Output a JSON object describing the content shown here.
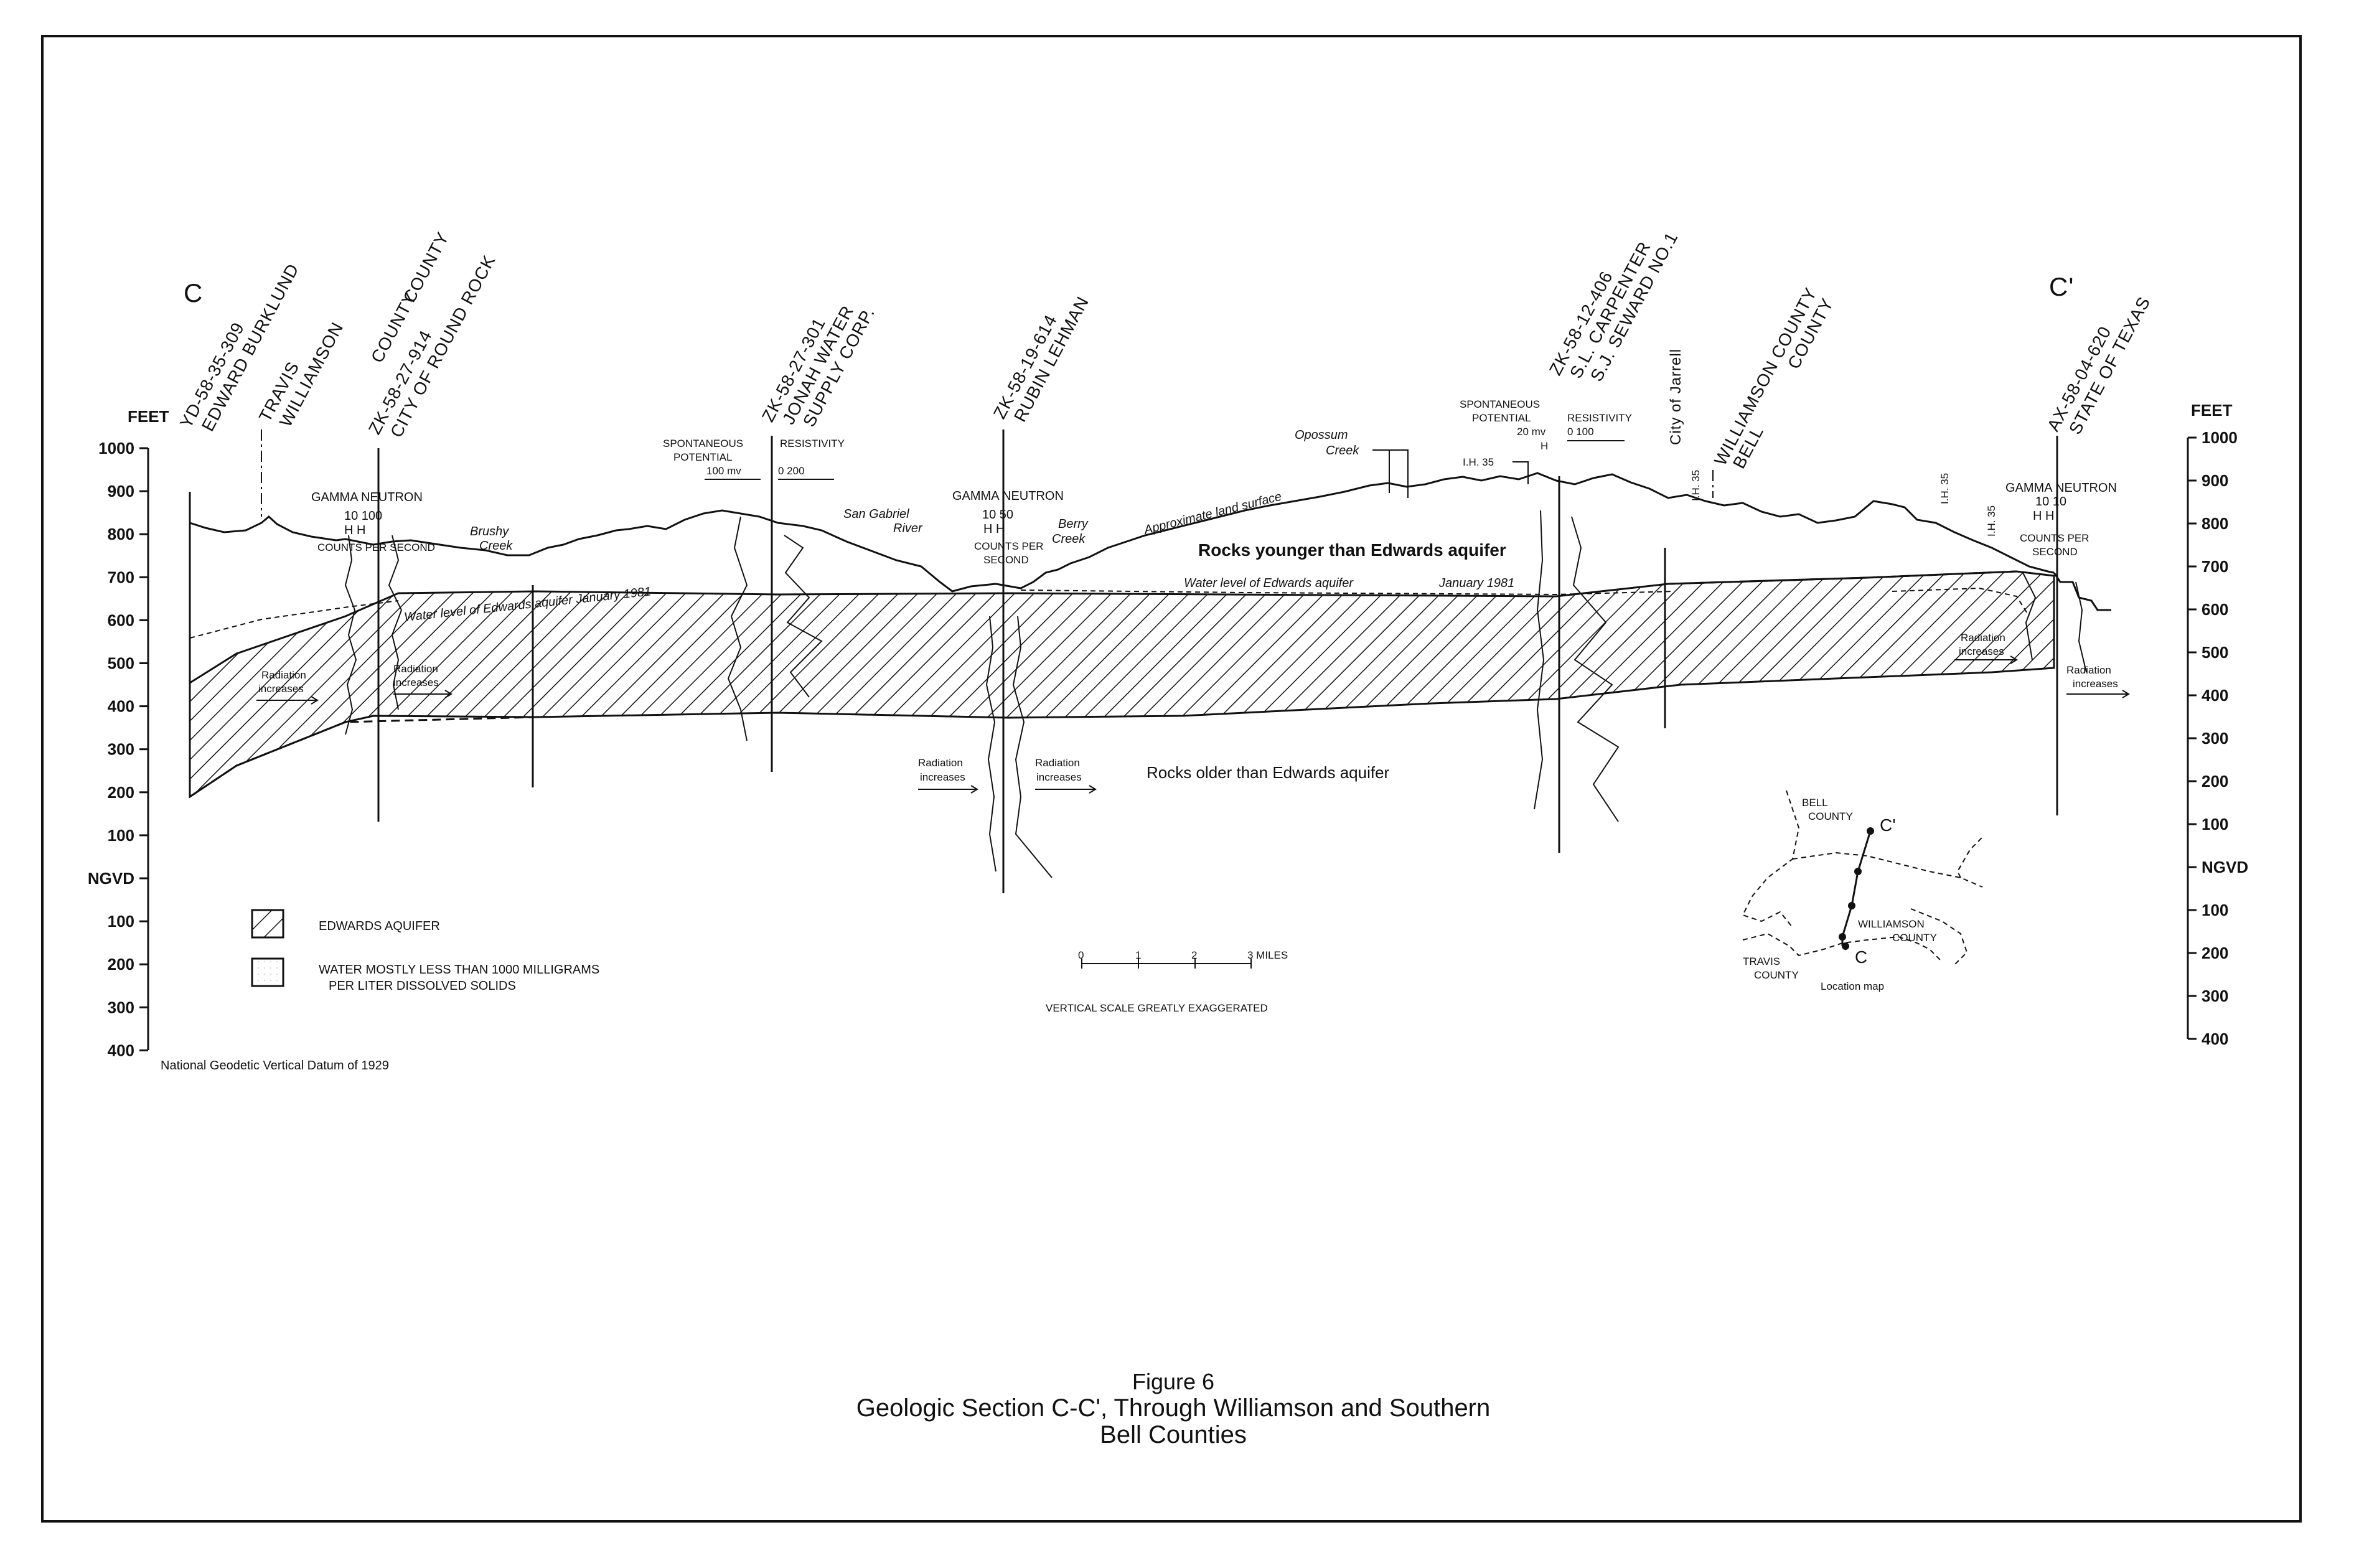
{
  "endpoints": {
    "left": "C",
    "right": "C'"
  },
  "axis": {
    "unit": "FEET",
    "ticks": [
      "1000",
      "900",
      "800",
      "700",
      "600",
      "500",
      "400",
      "300",
      "200",
      "100",
      "NGVD",
      "100",
      "200",
      "300",
      "400"
    ]
  },
  "datum_note": "National Geodetic Vertical Datum of 1929",
  "county_lines": {
    "left": {
      "top": "TRAVIS",
      "bottom": "WILLIAMSON",
      "suffix": "COUNTY"
    },
    "right": {
      "top": "WILLIAMSON COUNTY",
      "bottom": "BELL",
      "suffix": "COUNTY"
    }
  },
  "wells": [
    {
      "id": "YD-58-35-309",
      "owner": "EDWARD BURKLUND"
    },
    {
      "id": "ZK-58-27-914",
      "owner": "CITY OF ROUND ROCK"
    },
    {
      "id": "ZK-58-27-301",
      "owner": "JONAH WATER",
      "owner2": "SUPPLY CORP."
    },
    {
      "id": "ZK-58-19-614",
      "owner": "RUBIN LEHMAN"
    },
    {
      "id": "ZK-58-12-406",
      "owner": "S.L. CARPENTER",
      "owner2": "S.J. SEWARD NO.1"
    },
    {
      "id": "AX-58-04-620",
      "owner": "STATE OF TEXAS"
    }
  ],
  "log_labels": {
    "gamma_neutron": "GAMMA NEUTRON",
    "counts_per_second": "COUNTS PER SECOND",
    "counts_per": "COUNTS PER",
    "second": "SECOND",
    "spontaneous": "SPONTANEOUS",
    "potential": "POTENTIAL",
    "resistivity": "RESISTIVITY",
    "sp_scale_1": "100 mv",
    "res_scale_1": "0   200",
    "gn_scale_1": "10     100",
    "gn_scale_2": "10     50",
    "sp_scale_2": "20 mv",
    "res_scale_2": "0     100",
    "gn_scale_3": "10 10",
    "radiation": "Radiation",
    "increases": "increases"
  },
  "features": {
    "brushy": "Brushy",
    "brushy_creek": "Creek",
    "san_gabriel": "San Gabriel",
    "river": "River",
    "berry": "Berry",
    "berry_creek": "Creek",
    "opossum": "Opossum",
    "opossum_creek": "Creek",
    "land_surface": "Approximate land surface",
    "ih35": "I.H. 35",
    "city_of_jarrell": "City of Jarrell"
  },
  "zones": {
    "younger": "Rocks younger than Edwards aquifer",
    "older": "Rocks older than Edwards aquifer",
    "water_level_left": "Water level of Edwards aquifer January 1981",
    "water_level_right_a": "Water level of Edwards aquifer",
    "water_level_right_b": "January 1981"
  },
  "legend": [
    {
      "label": "EDWARDS AQUIFER",
      "pattern": "hatch"
    },
    {
      "label": "WATER MOSTLY LESS THAN 1000 MILLIGRAMS",
      "label2": "PER LITER DISSOLVED SOLIDS",
      "pattern": "stipple"
    }
  ],
  "scale_bar": {
    "ticks": [
      "0",
      "1",
      "2",
      "3 MILES"
    ],
    "note": "VERTICAL SCALE GREATLY EXAGGERATED"
  },
  "location_map": {
    "bell": "BELL",
    "bell_county": "COUNTY",
    "williamson": "WILLIAMSON",
    "williamson_county": "COUNTY",
    "travis": "TRAVIS",
    "travis_county": "COUNTY",
    "c": "C",
    "c_prime": "C'",
    "caption": "Location map"
  },
  "caption": {
    "figure": "Figure 6",
    "title": "Geologic Section C-C', Through Williamson and Southern",
    "title2": "Bell Counties"
  },
  "colors": {
    "ink": "#111111",
    "paper": "#ffffff"
  }
}
